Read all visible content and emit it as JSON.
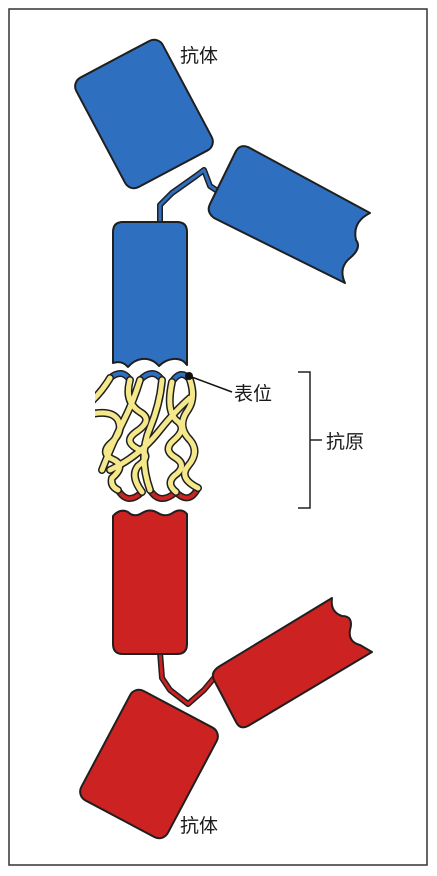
{
  "labels": {
    "antibody_top": "抗体",
    "antibody_bottom": "抗体",
    "epitope": "表位",
    "antigen": "抗原"
  },
  "colors": {
    "antibody_top": "#2f6fbf",
    "antibody_bottom": "#cc2222",
    "antigen_strand": "#f5e88a",
    "outline": "#1f1f1f",
    "frame": "#333333"
  }
}
